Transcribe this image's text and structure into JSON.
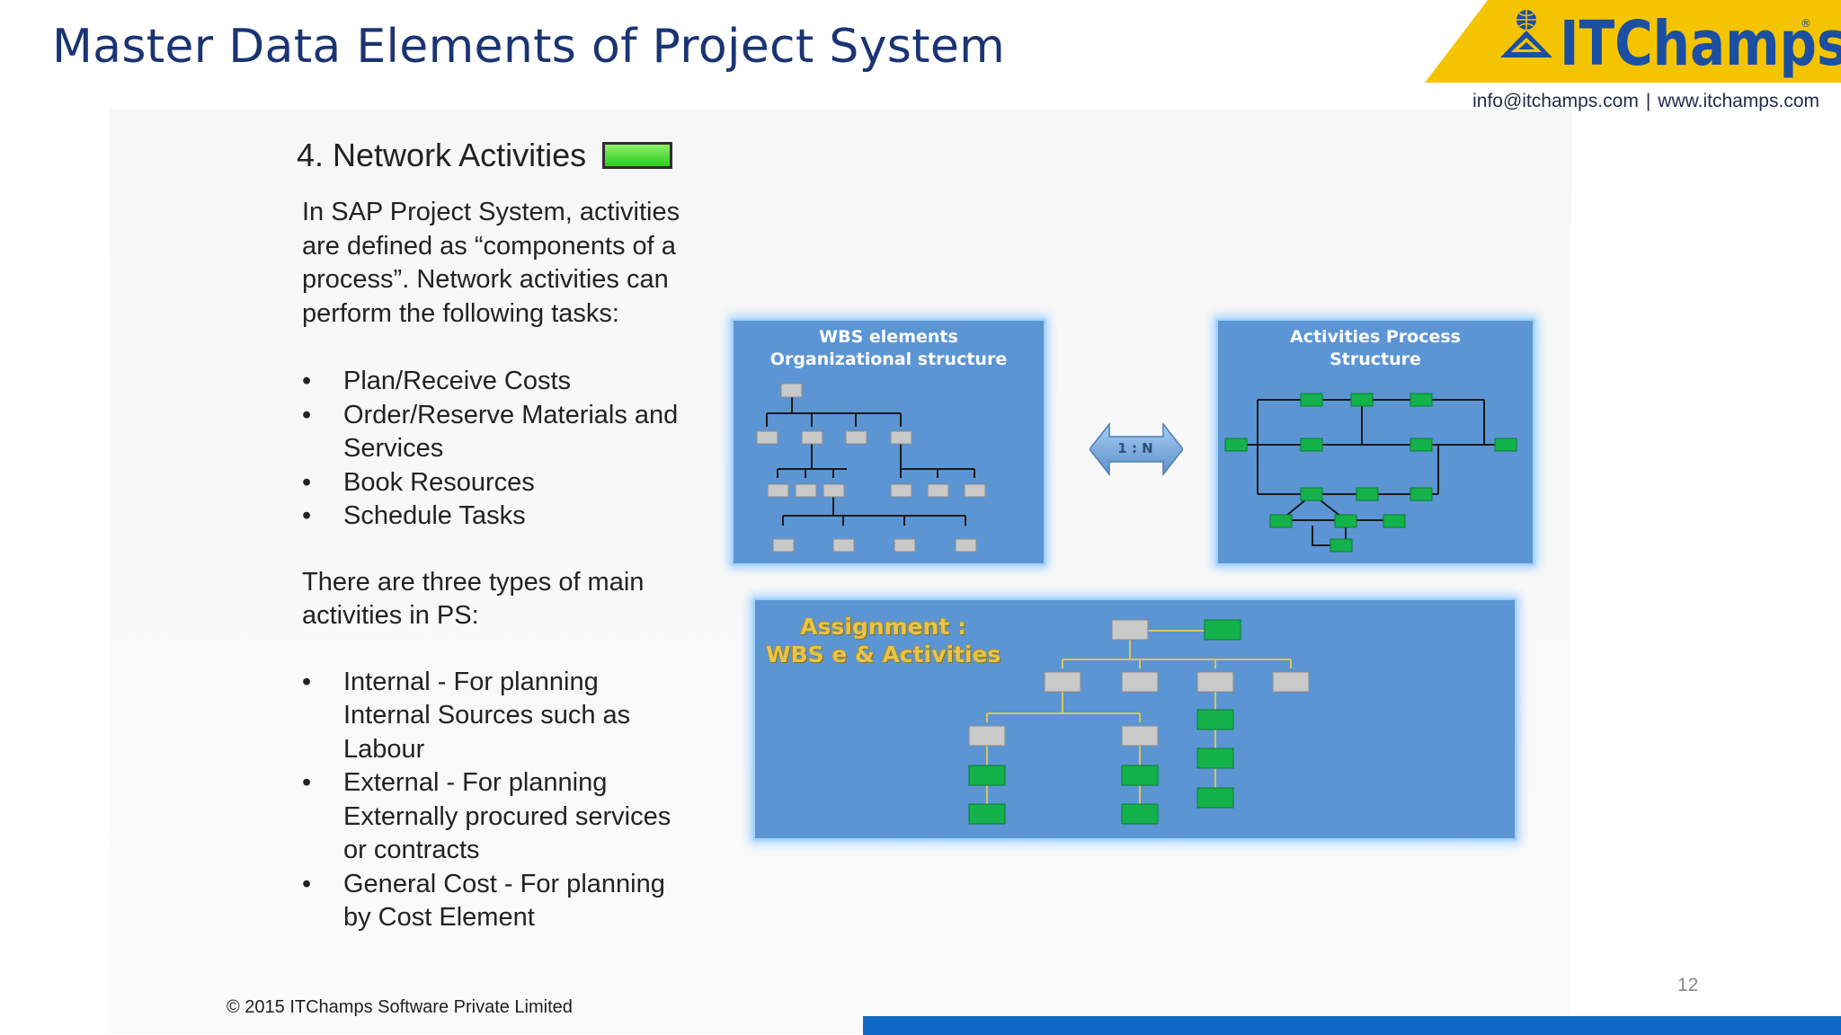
{
  "slide": {
    "title": "Master Data Elements of Project System",
    "page_number": "12",
    "copyright": "© 2015 ITChamps Software Private Limited"
  },
  "brand": {
    "logo_text": "ITChamps",
    "email": "info@itchamps.com",
    "separator": "|",
    "website": "www.itchamps.com",
    "colors": {
      "logo_yellow": "#f5c400",
      "logo_blue": "#1a4fa3",
      "title_blue": "#1a3473",
      "footer_blue": "#1069c4",
      "box_blue": "#5b95d3"
    }
  },
  "content": {
    "heading": "4. Network Activities",
    "intro_lines": [
      "In SAP Project System, activities",
      "are defined as “components of a",
      "process”. Network activities can",
      "perform the following tasks:"
    ],
    "tasks": [
      [
        "Plan/Receive Costs"
      ],
      [
        "Order/Reserve Materials and",
        "Services"
      ],
      [
        "Book Resources"
      ],
      [
        "Schedule Tasks"
      ]
    ],
    "types_intro_lines": [
      "There are three types of main",
      "activities in PS:"
    ],
    "types": [
      [
        "Internal - For planning",
        "Internal Sources such as",
        "Labour"
      ],
      [
        "External - For planning",
        "Externally procured services",
        "or contracts"
      ],
      [
        "General Cost - For planning",
        "by Cost Element"
      ]
    ]
  },
  "diagram": {
    "wbs_box_title_lines": [
      "WBS elements",
      "Organizational structure"
    ],
    "activities_box_title_lines": [
      "Activities Process",
      "Structure"
    ],
    "relation_label": "1 : N",
    "assignment_title_lines": [
      "Assignment :",
      "WBS e & Activities"
    ],
    "colors": {
      "wbs_node": "#c9c9c9",
      "activity_node": "#13b24a",
      "connector": "#1a1a1a",
      "assignment_line": "#d8c65a"
    }
  }
}
